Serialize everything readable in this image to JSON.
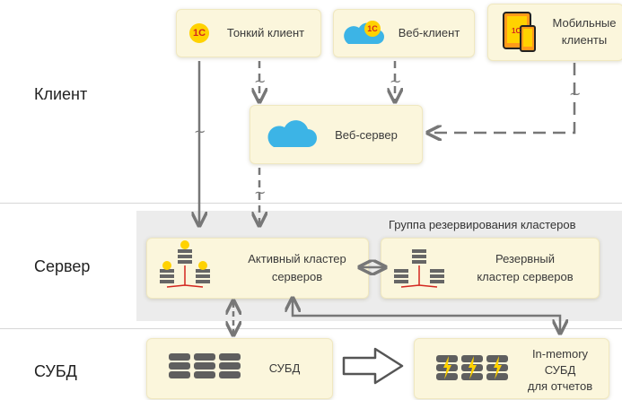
{
  "tiers": {
    "client": "Клиент",
    "server": "Сервер",
    "dbms": "СУБД"
  },
  "nodes": {
    "thin_client": "Тонкий клиент",
    "web_client": "Веб-клиент",
    "mobile_clients_line1": "Мобильные",
    "mobile_clients_line2": "клиенты",
    "web_server": "Веб-сервер",
    "active_cluster_line1": "Активный кластер",
    "active_cluster_line2": "серверов",
    "backup_cluster_line1": "Резервный",
    "backup_cluster_line2": "кластер серверов",
    "dbms": "СУБД",
    "inmemory_line1": "In-memory",
    "inmemory_line2": "СУБД",
    "inmemory_line3": "для отчетов"
  },
  "group_title": "Группа резервирования кластеров",
  "logo_text": "1С",
  "icons": {
    "logo": "1c-logo-icon",
    "cloud": "cloud-icon",
    "mobile": "mobile-devices-icon",
    "cluster": "server-cluster-icon",
    "database": "database-icon",
    "inmemory": "inmemory-database-icon",
    "flow_arrow": "big-arrow-icon"
  },
  "colors": {
    "node_fill": "#fbf6dc",
    "connector": "#777777",
    "cloud": "#3cb4e6",
    "logo_yellow": "#ffd200",
    "logo_red": "#d3261f",
    "group_bg": "#ececec"
  }
}
